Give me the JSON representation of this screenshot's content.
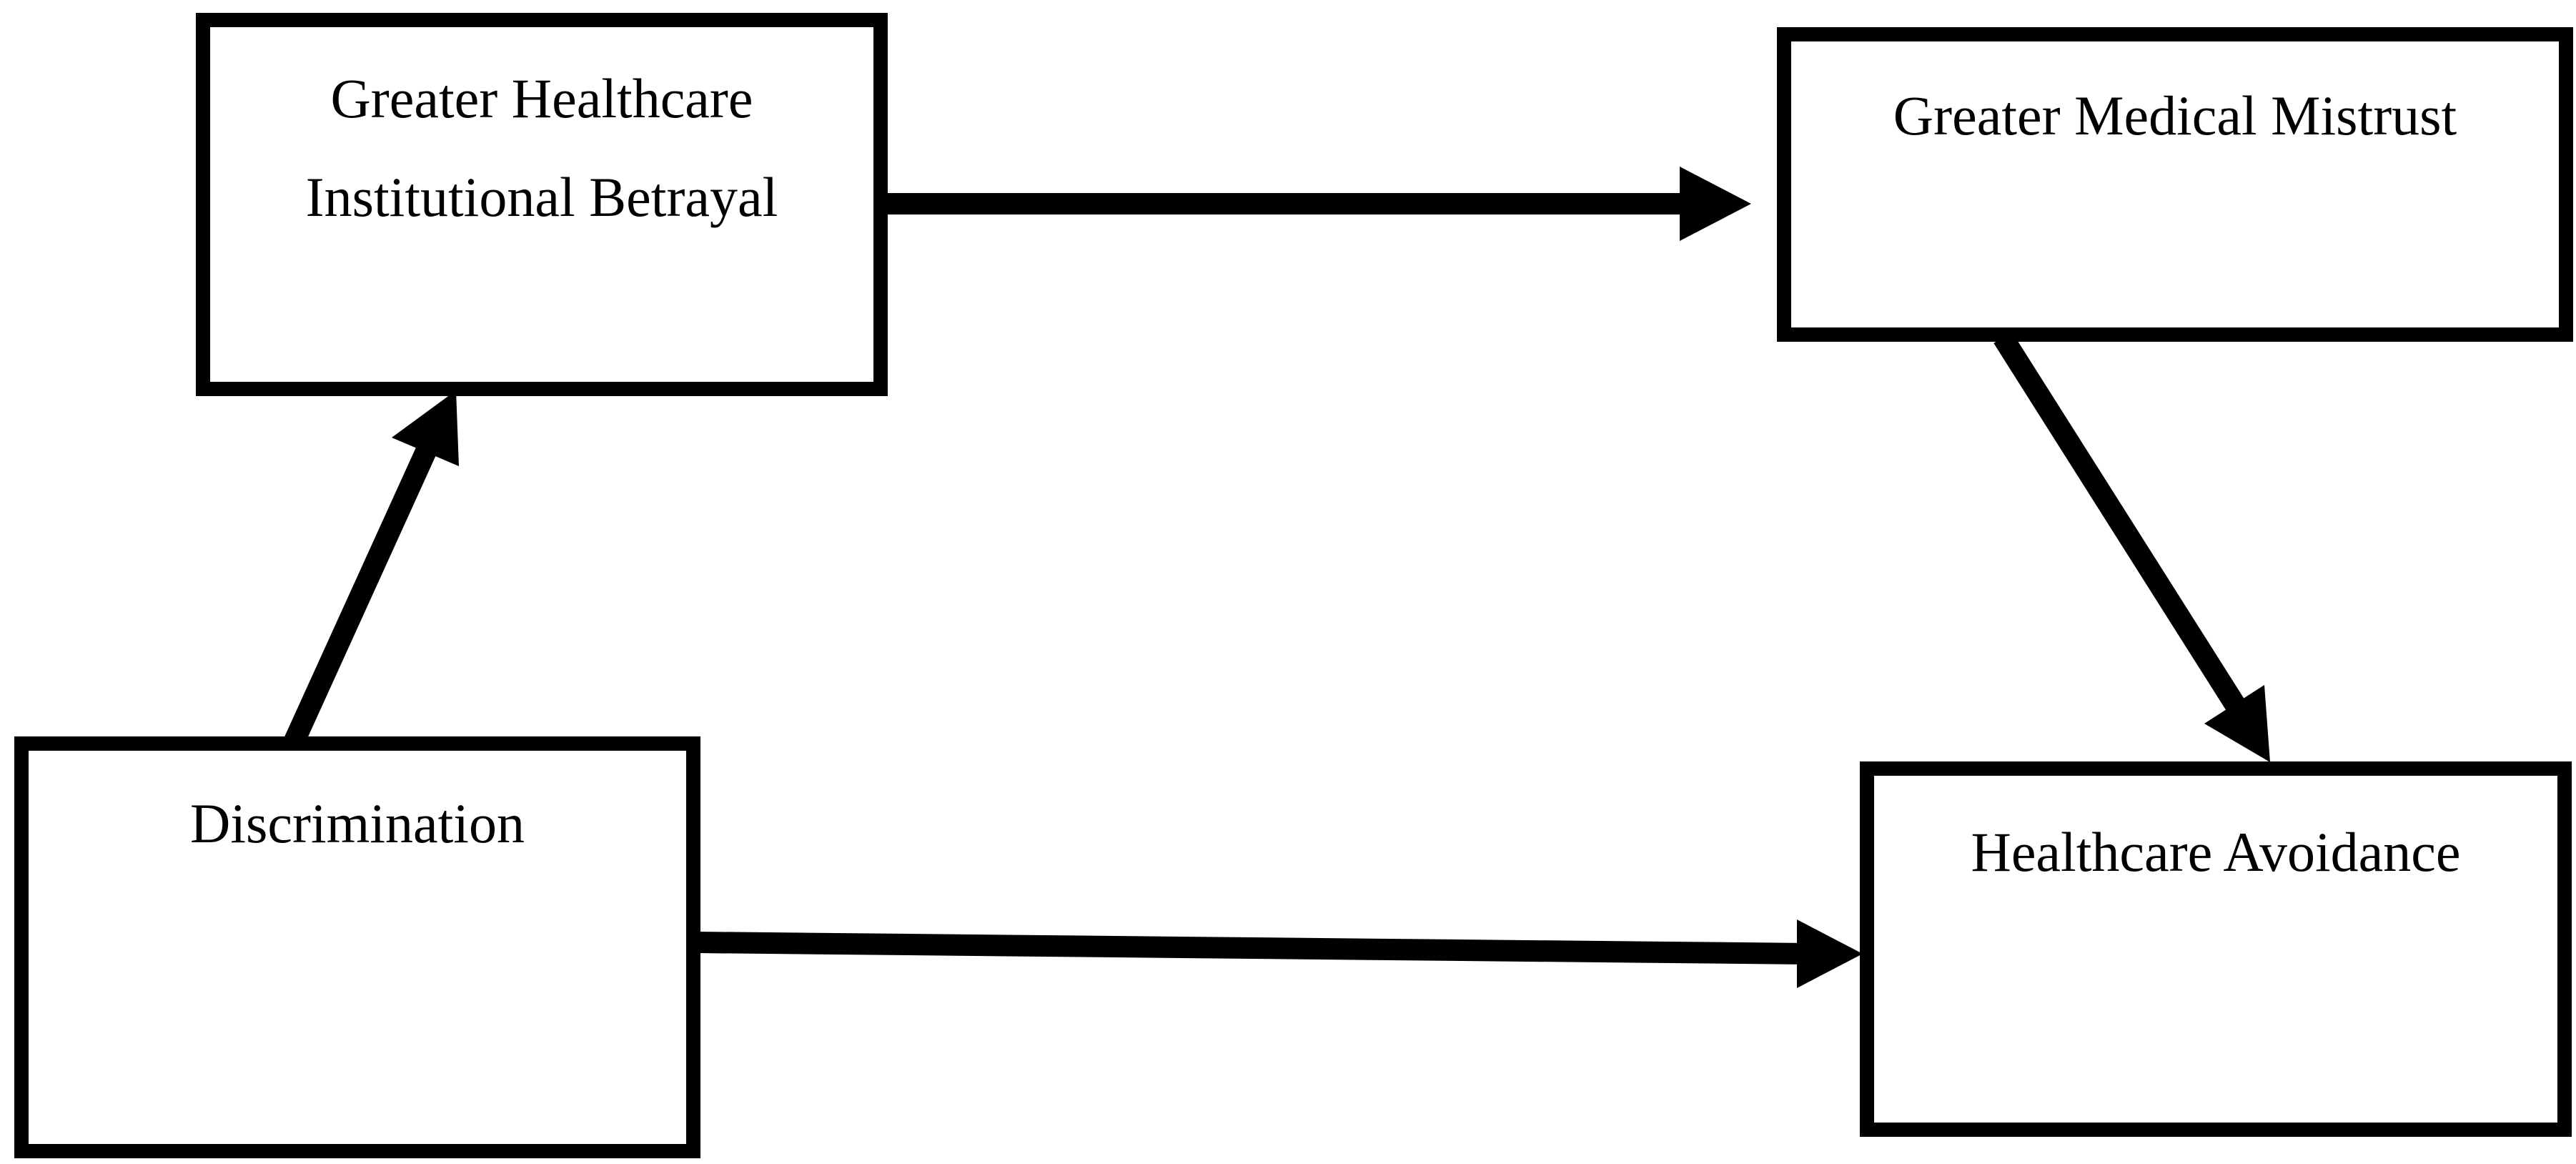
{
  "colors": {
    "stroke": "#000000",
    "background": "#ffffff"
  },
  "nodes": {
    "betrayal": {
      "line1": "Greater Healthcare",
      "line2": "Institutional Betrayal"
    },
    "mistrust": {
      "label": "Greater Medical Mistrust"
    },
    "discrimination": {
      "label": "Discrimination"
    },
    "avoidance": {
      "label": "Healthcare Avoidance"
    }
  },
  "edges": [
    {
      "from": "discrimination",
      "to": "betrayal"
    },
    {
      "from": "betrayal",
      "to": "mistrust"
    },
    {
      "from": "mistrust",
      "to": "avoidance"
    },
    {
      "from": "discrimination",
      "to": "avoidance"
    }
  ]
}
